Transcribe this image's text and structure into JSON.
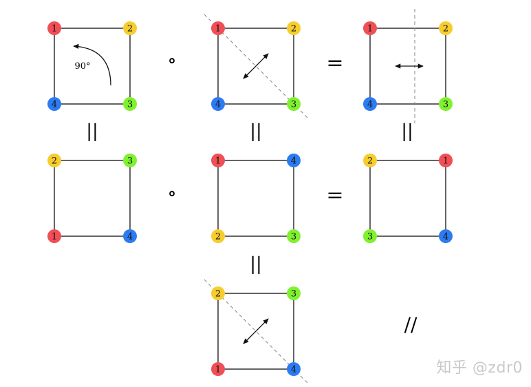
{
  "colors": {
    "red": "#ef4f55",
    "yellow": "#f7cc2e",
    "green": "#7ff12f",
    "blue": "#2d7bf1",
    "edge": "#111111",
    "dashed": "#8c8c8c"
  },
  "squares": [
    {
      "id": "sq-1",
      "tl": [
        "1",
        "red"
      ],
      "tr": [
        "2",
        "yellow"
      ],
      "bl": [
        "4",
        "blue"
      ],
      "br": [
        "3",
        "green"
      ],
      "overlay": "rotation",
      "overlay_label": "90°"
    },
    {
      "id": "sq-2",
      "tl": [
        "1",
        "red"
      ],
      "tr": [
        "2",
        "yellow"
      ],
      "bl": [
        "4",
        "blue"
      ],
      "br": [
        "3",
        "green"
      ],
      "overlay": "diagonal"
    },
    {
      "id": "sq-3",
      "tl": [
        "1",
        "red"
      ],
      "tr": [
        "2",
        "yellow"
      ],
      "bl": [
        "4",
        "blue"
      ],
      "br": [
        "3",
        "green"
      ],
      "overlay": "vertical"
    },
    {
      "id": "sq-4",
      "tl": [
        "2",
        "yellow"
      ],
      "tr": [
        "3",
        "green"
      ],
      "bl": [
        "1",
        "red"
      ],
      "br": [
        "4",
        "blue"
      ],
      "overlay": "none"
    },
    {
      "id": "sq-5",
      "tl": [
        "1",
        "red"
      ],
      "tr": [
        "4",
        "blue"
      ],
      "bl": [
        "2",
        "yellow"
      ],
      "br": [
        "3",
        "green"
      ],
      "overlay": "none"
    },
    {
      "id": "sq-6",
      "tl": [
        "2",
        "yellow"
      ],
      "tr": [
        "1",
        "red"
      ],
      "bl": [
        "3",
        "green"
      ],
      "br": [
        "4",
        "blue"
      ],
      "overlay": "none"
    },
    {
      "id": "sq-7",
      "tl": [
        "2",
        "yellow"
      ],
      "tr": [
        "3",
        "green"
      ],
      "bl": [
        "1",
        "red"
      ],
      "br": [
        "4",
        "blue"
      ],
      "overlay": "diagonal"
    }
  ],
  "operators": {
    "compose": "∘",
    "equals": "=",
    "vertical_equals": "||",
    "not_equal": "//"
  },
  "watermark": "知乎 @zdr0"
}
